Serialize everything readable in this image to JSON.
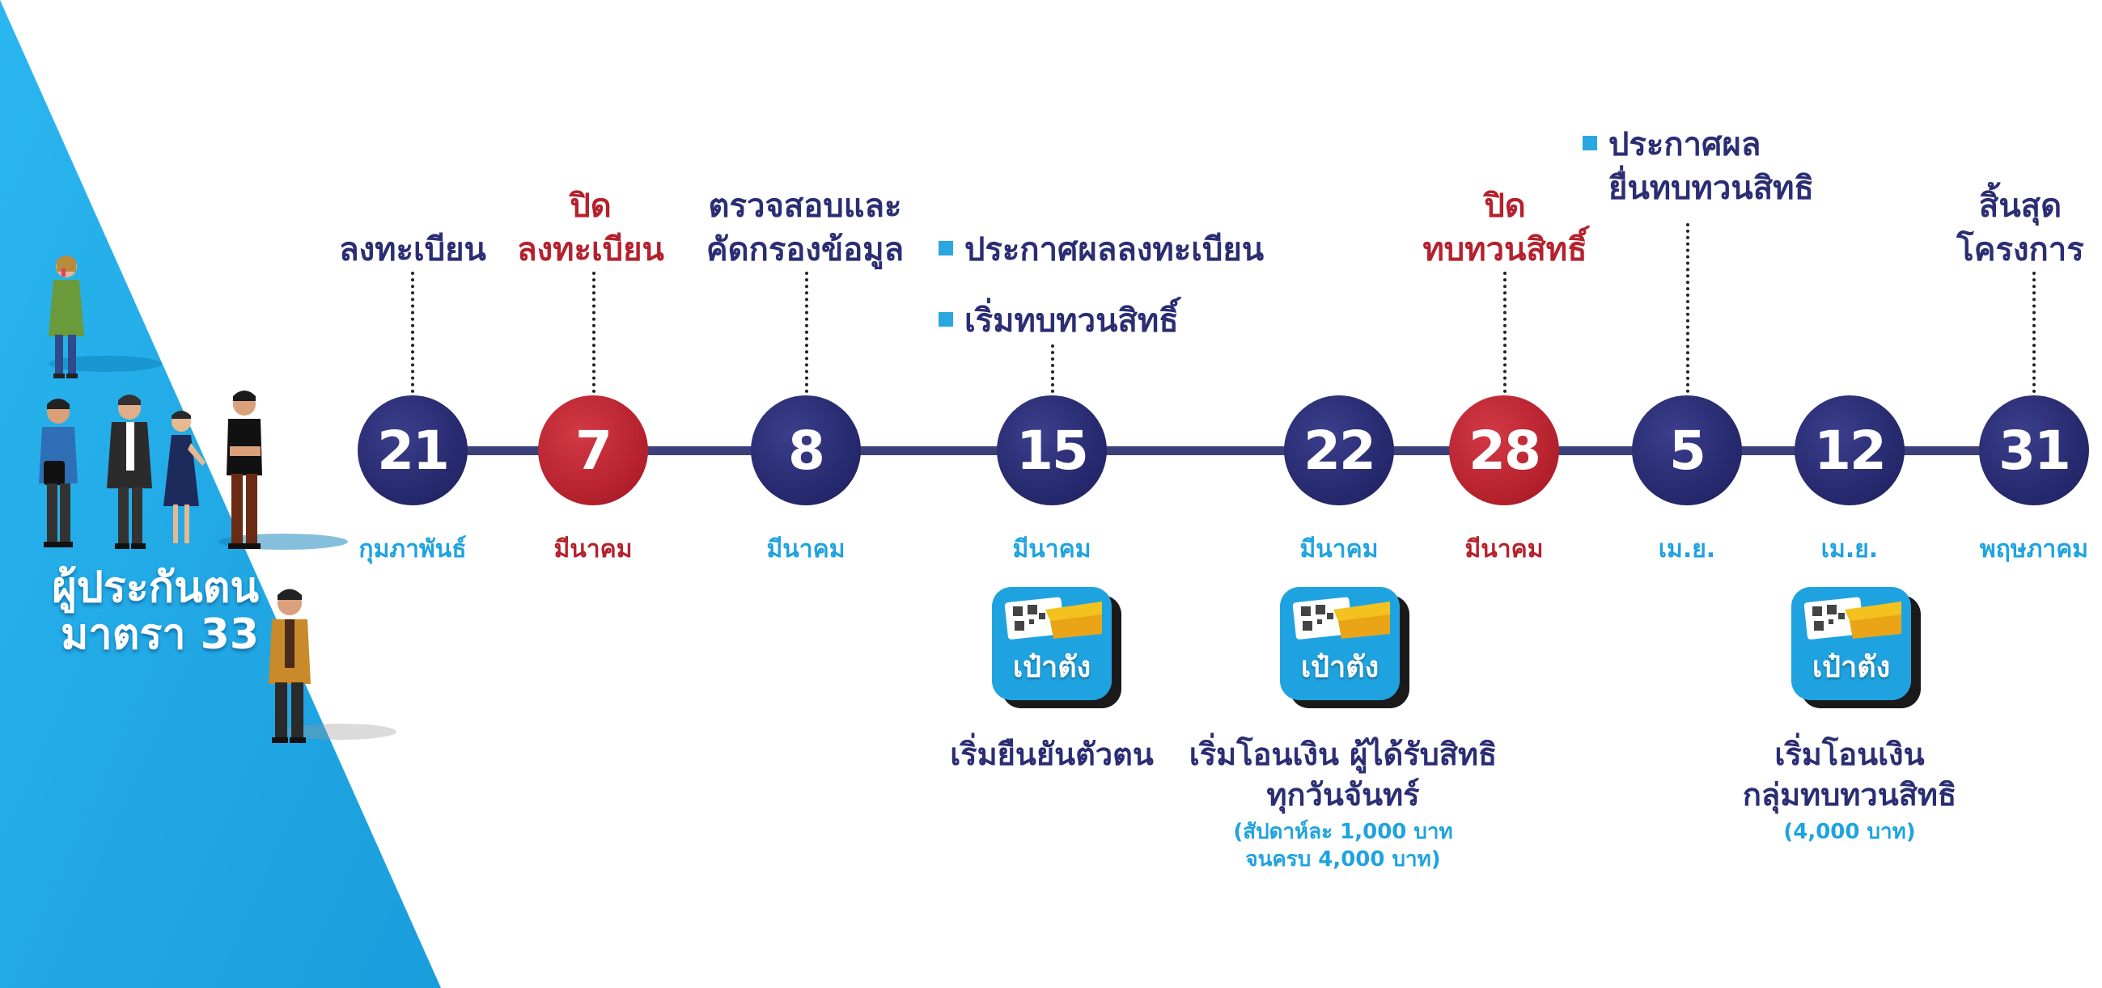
{
  "side_title": [
    "ผู้ประกันตน",
    "มาตรา 33"
  ],
  "colors": {
    "navy": "#2b2e73",
    "red": "#b5212d",
    "cyan": "#1fa3e0",
    "line": "#3d3f78"
  },
  "app_label": "เป๋าตัง",
  "nodes": [
    {
      "day": "21",
      "month": "กุมภาพันธ์",
      "color": "blue",
      "label": [
        "ลงทะเบียน"
      ],
      "label_color": "navy"
    },
    {
      "day": "7",
      "month": "มีนาคม",
      "color": "red",
      "label": [
        "ปิด",
        "ลงทะเบียน"
      ],
      "label_color": "red"
    },
    {
      "day": "8",
      "month": "มีนาคม",
      "color": "blue",
      "label": [
        "ตรวจสอบและ",
        "คัดกรองข้อมูล"
      ],
      "label_color": "navy"
    },
    {
      "day": "15",
      "month": "มีนาคม",
      "color": "blue",
      "label": [
        "ประกาศผลลงทะเบียน",
        "เริ่มทบทวนสิทธิ์"
      ],
      "label_color": "navy",
      "bulleted": true
    },
    {
      "day": "22",
      "month": "มีนาคม",
      "color": "blue",
      "label": []
    },
    {
      "day": "28",
      "month": "มีนาคม",
      "color": "red",
      "label": [
        "ปิด",
        "ทบทวนสิทธิ์"
      ],
      "label_color": "red"
    },
    {
      "day": "5",
      "month": "เม.ย.",
      "color": "blue",
      "label": [
        "ประกาศผล",
        "ยื่นทบทวนสิทธิ"
      ],
      "label_color": "navy",
      "bulleted": true
    },
    {
      "day": "12",
      "month": "เม.ย.",
      "color": "blue",
      "label": []
    },
    {
      "day": "31",
      "month": "พฤษภาคม",
      "color": "blue",
      "label": [
        "สิ้นสุด",
        "โครงการ"
      ],
      "label_color": "navy"
    }
  ],
  "events": [
    {
      "node": "15",
      "lines": [
        "เริ่มยืนยันตัวตน"
      ],
      "sub": []
    },
    {
      "node": "22",
      "lines": [
        "เริ่มโอนเงิน ผู้ได้รับสิทธิ",
        "ทุกวันจันทร์"
      ],
      "sub": [
        "(สัปดาห์ละ 1,000 บาท",
        "จนครบ 4,000 บาท)"
      ]
    },
    {
      "node": "12",
      "lines": [
        "เริ่มโอนเงิน",
        "กลุ่มทบทวนสิทธิ"
      ],
      "sub": [
        "(4,000 บาท)"
      ]
    }
  ]
}
